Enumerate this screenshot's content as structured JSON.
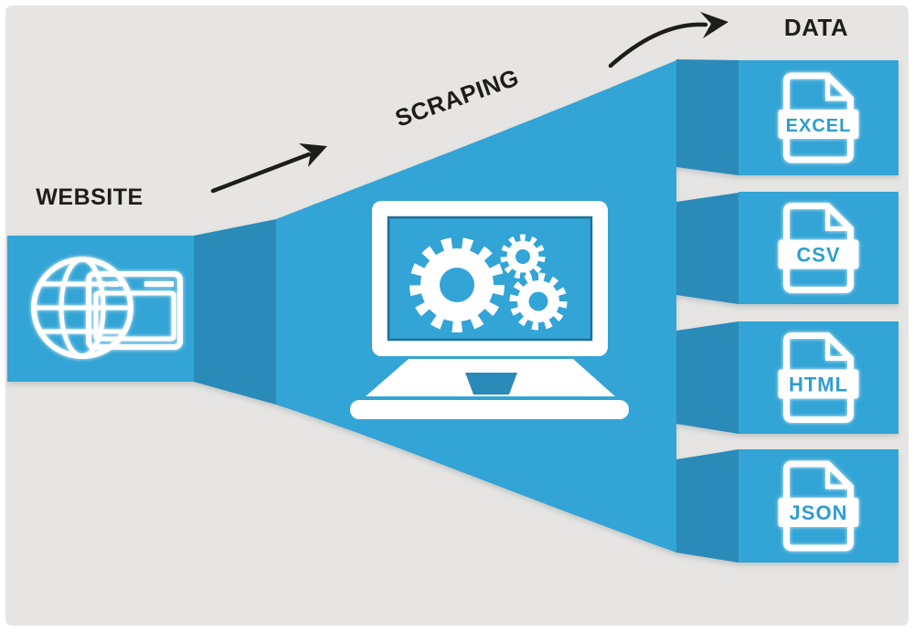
{
  "colors": {
    "light_blue": "#33a4d6",
    "dark_blue": "#2a8bb9",
    "background_gray": "#e6e5e3",
    "ink_black": "#1d1d1b",
    "banner_text_blue": "#2e9ecf",
    "screen_outline": "#1d6f99",
    "white": "#ffffff"
  },
  "stages": {
    "source": {
      "label": "WEBSITE",
      "icon": "globe-browser-icon"
    },
    "process": {
      "label": "SCRAPING",
      "icon": "laptop-gears-icon"
    },
    "output": {
      "label": "DATA",
      "icon": "file-document-icon"
    }
  },
  "outputs": [
    {
      "label": "EXCEL"
    },
    {
      "label": "CSV"
    },
    {
      "label": "HTML"
    },
    {
      "label": "JSON"
    }
  ]
}
